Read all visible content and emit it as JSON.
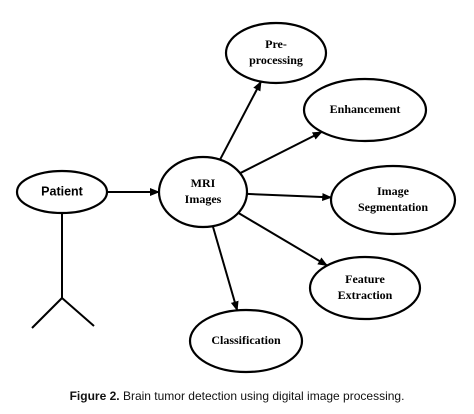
{
  "diagram": {
    "nodes": [
      {
        "id": "patient",
        "lines": [
          "Patient"
        ]
      },
      {
        "id": "mri-images",
        "lines": [
          "MRI",
          "Images"
        ]
      },
      {
        "id": "pre-processing",
        "lines": [
          "Pre-",
          "processing"
        ]
      },
      {
        "id": "enhancement",
        "lines": [
          "Enhancement"
        ]
      },
      {
        "id": "image-segmentation",
        "lines": [
          "Image",
          "Segmentation"
        ]
      },
      {
        "id": "feature-extraction",
        "lines": [
          "Feature",
          "Extraction"
        ]
      },
      {
        "id": "classification",
        "lines": [
          "Classification"
        ]
      }
    ],
    "edges": [
      {
        "from": "patient",
        "to": "mri-images"
      },
      {
        "from": "mri-images",
        "to": "pre-processing"
      },
      {
        "from": "mri-images",
        "to": "enhancement"
      },
      {
        "from": "mri-images",
        "to": "image-segmentation"
      },
      {
        "from": "mri-images",
        "to": "feature-extraction"
      },
      {
        "from": "mri-images",
        "to": "classification"
      }
    ]
  },
  "caption": {
    "prefix": "Figure 2.",
    "text": "Brain tumor detection using digital image processing."
  }
}
